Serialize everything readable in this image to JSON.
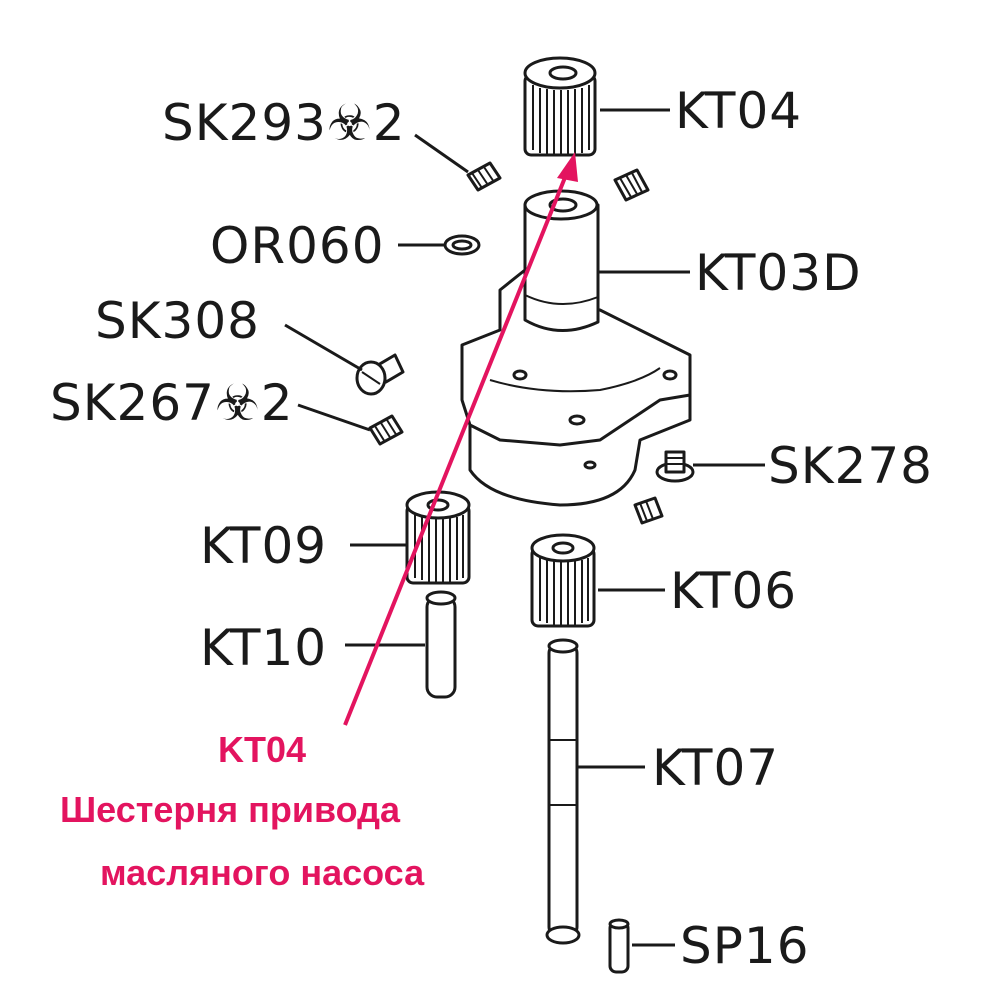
{
  "labels": {
    "kt04": "KT04",
    "sk293": "SK293☣2",
    "or060": "OR060",
    "kt03d": "KT03D",
    "sk308": "SK308",
    "sk267": "SK267☣2",
    "sk278": "SK278",
    "kt09": "KT09",
    "kt06": "KT06",
    "kt10": "KT10",
    "kt07": "KT07",
    "sp16": "SP16"
  },
  "callout": {
    "title": "KT04",
    "line1": "Шестерня привода",
    "line2": "масляного насоса",
    "color": "#e3145f"
  },
  "colors": {
    "ink": "#1a1a1a",
    "accent": "#e3145f",
    "background": "#ffffff"
  }
}
